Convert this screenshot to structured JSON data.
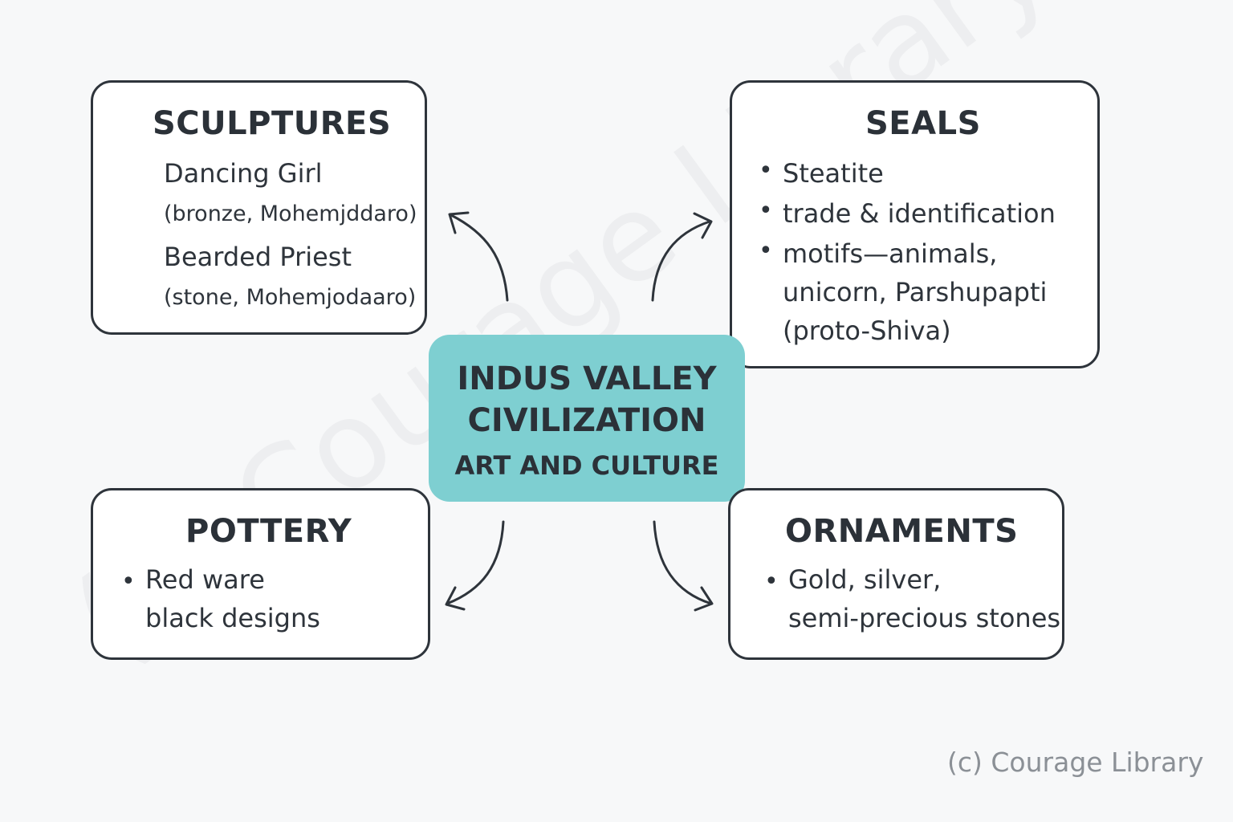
{
  "watermark": "(c) Courage Library",
  "center": {
    "title_line1": "INDUS VALLEY",
    "title_line2": "CIVILIZATION",
    "subtitle": "ART AND CULTURE"
  },
  "sculptures": {
    "title": "SCULPTURES",
    "item1": "Dancing Girl",
    "item1_detail": "(bronze, Mohemjddaro)",
    "item2": "Bearded Priest",
    "item2_detail": "(stone, Mohemjodaaro)"
  },
  "seals": {
    "title": "SEALS",
    "bullets": [
      "Steatite",
      "trade & identification",
      "motifs—animals,"
    ],
    "continuation": [
      "unicorn, Parshupapti",
      "(proto-Shiva)"
    ]
  },
  "pottery": {
    "title": "POTTERY",
    "bullet": "Red ware",
    "continuation": "black designs"
  },
  "ornaments": {
    "title": "ORNAMENTS",
    "bullet": "Gold, silver,",
    "continuation": "semi-precious stones"
  },
  "credit": "(c) Courage Library",
  "colors": {
    "center_fill": "#7ecfd1",
    "box_border": "#2e343b",
    "background": "#f7f8f9"
  }
}
